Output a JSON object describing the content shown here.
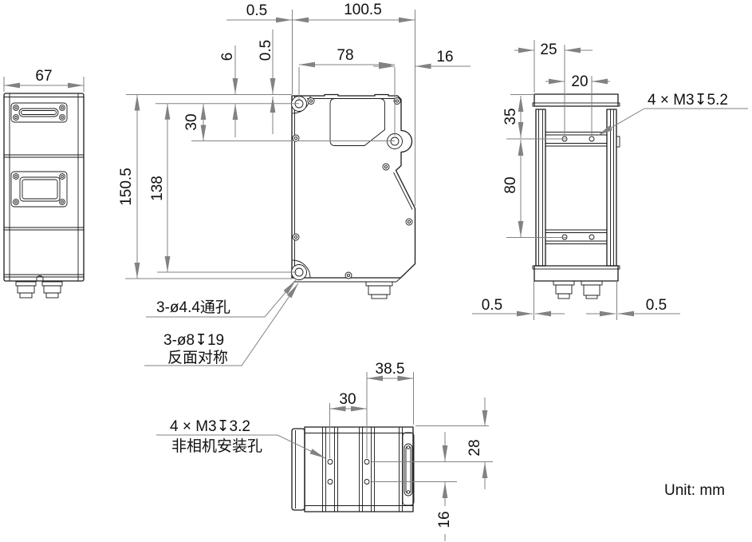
{
  "meta": {
    "unit": "Unit: mm"
  },
  "left_view": {
    "width": "67"
  },
  "front_view": {
    "offset_top": "0.5",
    "depth": "100.5",
    "hole_span": "78",
    "nose_depth": "16",
    "pad_offset": "0.5",
    "ref_to_hole": "6",
    "hole_top_offset": "30",
    "total_height": "150.5",
    "hole_pitch_v": "138",
    "label_through_holes": "3-ø4.4通孔",
    "label_counterbore": "3-ø8↧19",
    "label_counterbore_note": "反面对称"
  },
  "right_view": {
    "edge_to_hole": "25",
    "hole_pitch_h": "20",
    "top_to_hole": "35",
    "hole_pitch_v": "80",
    "overhang_left": "0.5",
    "overhang_right": "0.5",
    "label_mount_holes": "4 × M3↧5.2"
  },
  "bottom_view": {
    "front_to_hole": "38.5",
    "hole_pitch_h": "30",
    "edge_to_hole": "28",
    "hole_pitch_v": "16",
    "label_mount_holes": "4 × M3↧3.2",
    "label_mount_note": "非相机安装孔"
  }
}
